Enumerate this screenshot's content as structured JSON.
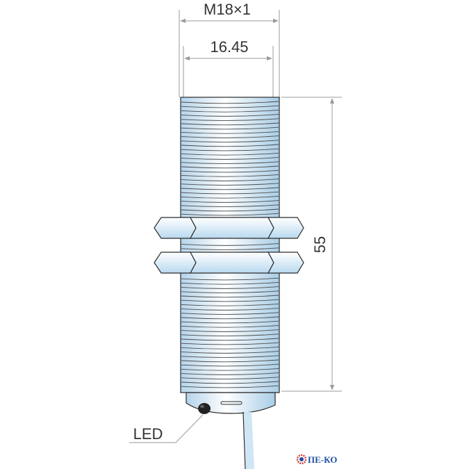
{
  "dimensions": {
    "thread": "M18×1",
    "inner_diameter": "16.45",
    "length": "55"
  },
  "labels": {
    "led": "LED"
  },
  "brand": {
    "name": "ПЕ-КО"
  },
  "colors": {
    "body_fill": "#cfe6f5",
    "body_highlight": "#ffffff",
    "outline": "#2a2a2a",
    "dimension_line": "#9a9a9a",
    "led": "#222222",
    "logo": "#1f4fa0",
    "logo_gear": "#d23a3a"
  }
}
